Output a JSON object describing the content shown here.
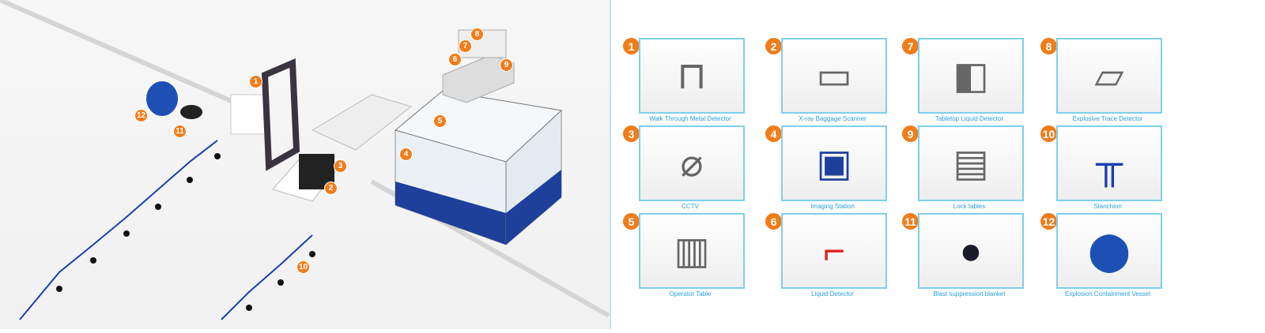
{
  "scene": {
    "markers": [
      "1",
      "2",
      "3",
      "4",
      "5",
      "6",
      "7",
      "8",
      "9",
      "10",
      "11",
      "12"
    ]
  },
  "items": [
    {
      "num": "1",
      "label": "Walk Through Metal Detector",
      "icon": "metal-detector-gate"
    },
    {
      "num": "2",
      "label": "X-ray Baggage Scanner",
      "icon": "xray-scanner"
    },
    {
      "num": "7",
      "label": "Tabletop Liquid Detector",
      "icon": "tabletop-detector"
    },
    {
      "num": "8",
      "label": "Explosive Trace Detector",
      "icon": "trace-detector"
    },
    {
      "num": "3",
      "label": "CCTV",
      "icon": "cctv-camera"
    },
    {
      "num": "4",
      "label": "Imaging Station",
      "icon": "imaging-station"
    },
    {
      "num": "9",
      "label": "Lock tables",
      "icon": "lock-table"
    },
    {
      "num": "10",
      "label": "Stanchion",
      "icon": "stanchion"
    },
    {
      "num": "5",
      "label": "Operator Table",
      "icon": "operator-table"
    },
    {
      "num": "6",
      "label": "Liquid Detector",
      "icon": "liquid-detector"
    },
    {
      "num": "11",
      "label": "Blast suppression blanket",
      "icon": "blast-blanket"
    },
    {
      "num": "12",
      "label": "Explosion Containment Vessel",
      "icon": "containment-vessel"
    }
  ],
  "colors": {
    "accent": "#f07d1a",
    "label": "#2a9fd8",
    "frame": "#7fd0ee",
    "stanchion_tape": "#1a3fb0"
  }
}
